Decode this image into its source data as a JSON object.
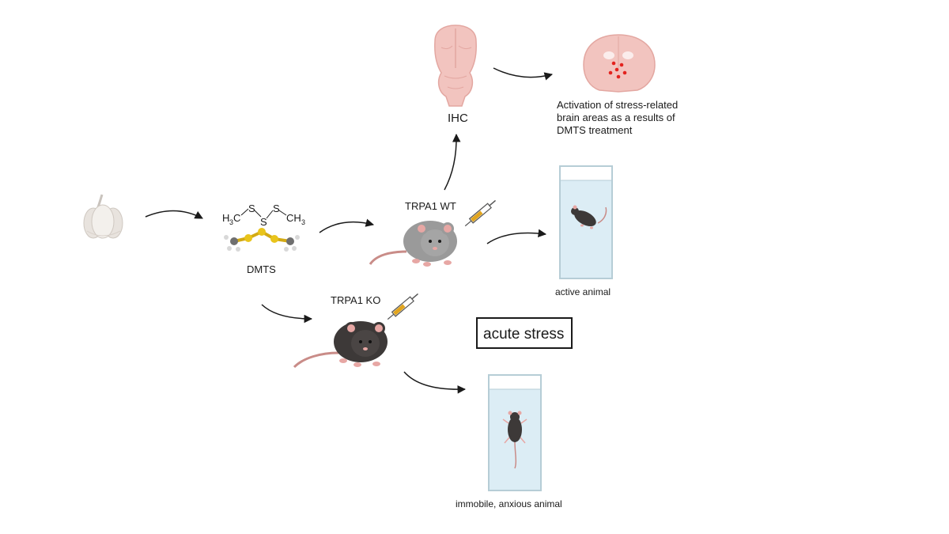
{
  "labels": {
    "ihc": "IHC",
    "brain_activation": [
      "Activation of stress-related",
      "brain areas as a results of",
      "DMTS treatment"
    ],
    "dmts": "DMTS",
    "formula": {
      "left_h": "H",
      "left_sub": "3",
      "left_c": "C",
      "s1": "S",
      "s2": "S",
      "s3": "S",
      "right_ch": "CH",
      "right_sub": "3"
    },
    "trpa1_wt": "TRPA1 WT",
    "trpa1_ko": "TRPA1 KO",
    "active_animal": "active animal",
    "acute_stress": "acute stress",
    "immobile_animal": "immobile, anxious animal"
  },
  "colors": {
    "arrow": "#1a1a1a",
    "brain": "#f2c4bf",
    "brain_dark": "#e3a7a1",
    "garlic": "#eeeae6",
    "sulfur": "#e9c41b",
    "mouse_wt": "#9a9a9a",
    "mouse_ko": "#3d3938",
    "ear_inner": "#e7a7a4",
    "tail": "#c98c88",
    "water": "#dcedf5",
    "beaker": "#b6cdd6",
    "activation_dot": "#e3231e"
  }
}
